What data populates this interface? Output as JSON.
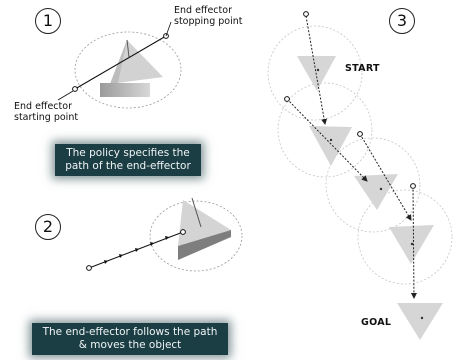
{
  "panel1": {
    "number": "1",
    "label_stop_line1": "End effector",
    "label_stop_line2": "stopping point",
    "label_start_line1": "End effector",
    "label_start_line2": "starting point",
    "caption_line1": "The policy specifies the",
    "caption_line2": "path of the end-effector"
  },
  "panel2": {
    "number": "2",
    "caption_line1": "The end-effector follows the path",
    "caption_line2": "& moves the object"
  },
  "panel3": {
    "number": "3",
    "start_label": "START",
    "goal_label": "GOAL"
  },
  "colors": {
    "caption_bg": "#1b3d44",
    "object_gray": "#cfcfcf",
    "block_dark": "#8c8c8c"
  }
}
